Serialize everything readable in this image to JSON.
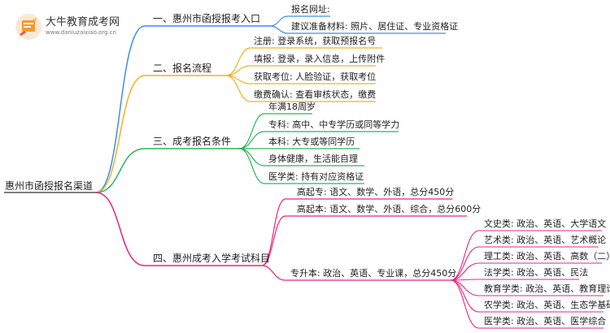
{
  "brand": {
    "name": "大牛教育成考网",
    "url": "www.daniuzaixiao.org.cn"
  },
  "colors": {
    "blue": "#3d8ee8",
    "orange": "#f2b01e",
    "green": "#26b85a",
    "pink": "#e8267e",
    "root_line": "#333333"
  },
  "root": "惠州市函授报名渠道",
  "branches": [
    {
      "label": "一、惠州市函授报考入口",
      "children": [
        {
          "label": "报名网址:"
        },
        {
          "label": "建议准备材料: 照片、居住证、专业资格证"
        }
      ]
    },
    {
      "label": "二、报名流程",
      "children": [
        {
          "label": "注册: 登录系统，获取预报名号"
        },
        {
          "label": "填报: 登录，录入信息，上传附件"
        },
        {
          "label": "获取考位: 人脸验证，获取考位"
        },
        {
          "label": "缴费确认: 查看审核状态，缴费"
        }
      ]
    },
    {
      "label": "三、成考报名条件",
      "children": [
        {
          "label": "年满18周岁"
        },
        {
          "label": "专科: 高中、中专学历或同等学力"
        },
        {
          "label": "本科: 大专或等同学历"
        },
        {
          "label": "身体健康，生活能自理"
        },
        {
          "label": "医学类: 持有对应资格证"
        }
      ]
    },
    {
      "label": "四、惠州成考入学考试科目",
      "children": [
        {
          "label": "高起专: 语文、数学、外语，总分450分"
        },
        {
          "label": "高起本: 语文、数学、外语、综合，总分600分"
        },
        {
          "label": "专升本: 政治、英语、专业课，总分450分",
          "children": [
            {
              "label": "文史类: 政治、英语、大学语文"
            },
            {
              "label": "艺术类: 政治、英语、艺术概论"
            },
            {
              "label": "理工类: 政治、英语、高数（二）"
            },
            {
              "label": "法学类: 政治、英语、民法"
            },
            {
              "label": "教育学类: 政治、英语、教育理论"
            },
            {
              "label": "农学类: 政治、英语、生态学基础"
            },
            {
              "label": "医学类: 政治、英语、医学综合"
            }
          ]
        }
      ]
    }
  ]
}
